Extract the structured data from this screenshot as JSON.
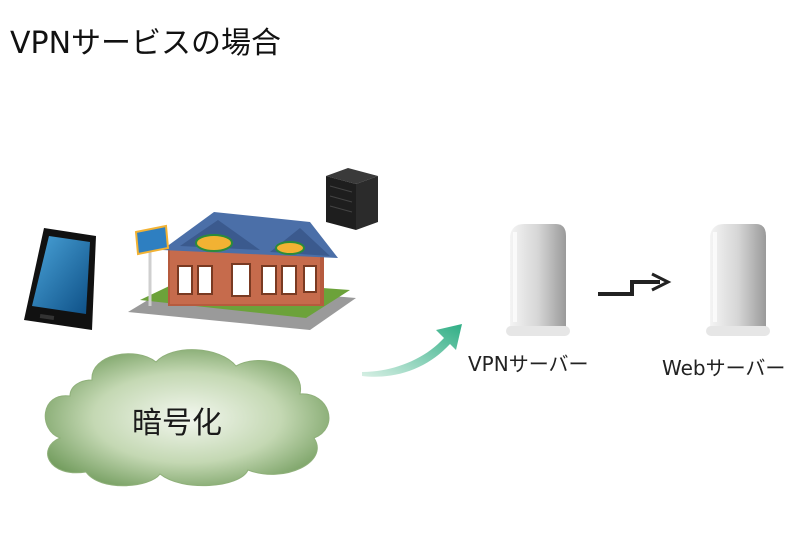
{
  "title": "VPNサービスの場合",
  "cloud_label": "暗号化",
  "vpn_server_label": "VPNサーバー",
  "web_server_label": "Webサーバー",
  "colors": {
    "cloud": "#8fb07a",
    "arrow": "#5fb896",
    "server": "#d9d9d9",
    "roof": "#4b6fa8",
    "brick": "#b65b3e"
  },
  "icons": [
    "smartphone-icon",
    "shop-icon",
    "router-icon",
    "arrow-icon",
    "server-icon",
    "connection-arrow-icon",
    "cloud-icon"
  ]
}
